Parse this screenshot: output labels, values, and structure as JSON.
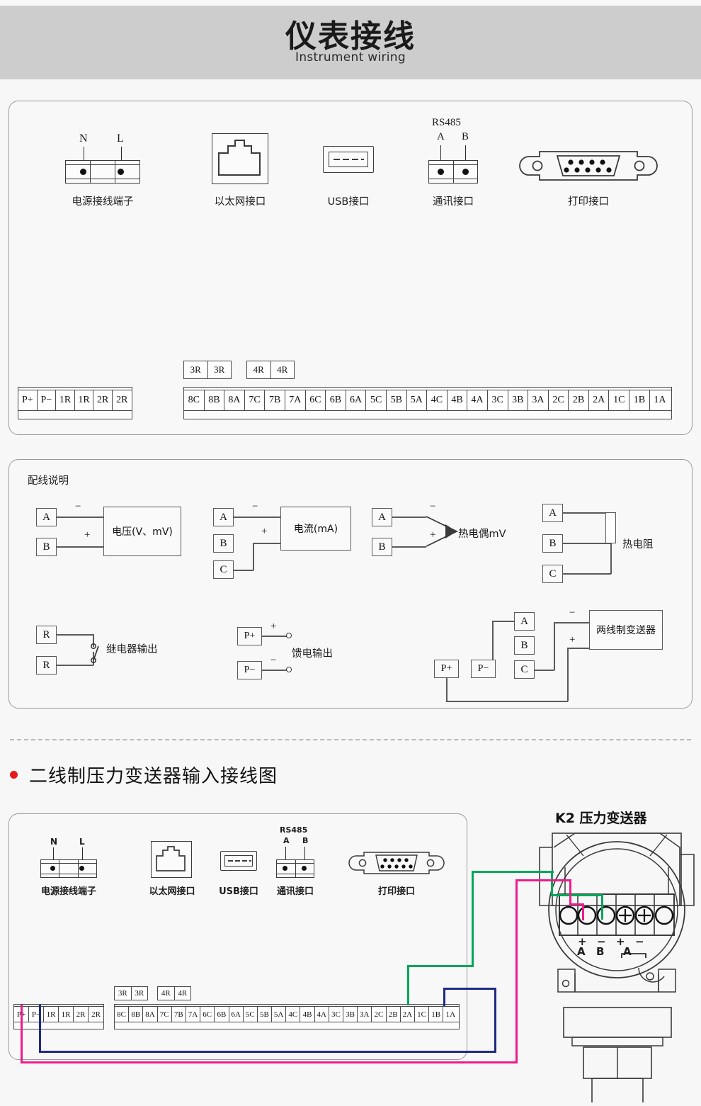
{
  "header": {
    "title_cn": "仪表接线",
    "title_en": "Instrument wiring"
  },
  "colors": {
    "header_bg": "#cdcdcd",
    "page_bg": "#f7f7f7",
    "bullet_red": "#e8191b",
    "wire_pink": "#ec1c8b",
    "wire_green": "#00a65a",
    "wire_blue": "#1f2a86",
    "line": "#3b3b3b"
  },
  "ports": {
    "power": {
      "label": "电源接线端子",
      "pins": [
        "N",
        "L"
      ]
    },
    "ethernet": {
      "label": "以太网接口"
    },
    "usb": {
      "label": "USB接口"
    },
    "comm": {
      "label": "通讯接口",
      "bus": "RS485",
      "pins": [
        "A",
        "B"
      ]
    },
    "printer": {
      "label": "打印接口"
    }
  },
  "terminals": {
    "left_strip": [
      "P+",
      "P−",
      "1R",
      "1R",
      "2R",
      "2R"
    ],
    "relay_3r": [
      "3R",
      "3R"
    ],
    "relay_4r": [
      "4R",
      "4R"
    ],
    "main_strip": [
      "8C",
      "8B",
      "8A",
      "7C",
      "7B",
      "7A",
      "6C",
      "6B",
      "6A",
      "5C",
      "5B",
      "5A",
      "4C",
      "4B",
      "4A",
      "3C",
      "3B",
      "3A",
      "2C",
      "2B",
      "2A",
      "1C",
      "1B",
      "1A"
    ]
  },
  "wiring_panel": {
    "title": "配线说明",
    "diagrams": [
      {
        "name": "voltage",
        "device_label": "电压(V、mV)",
        "terminals": [
          "A",
          "B"
        ],
        "signs": [
          "−",
          "+"
        ]
      },
      {
        "name": "current",
        "device_label": "电流(mA)",
        "terminals": [
          "A",
          "B",
          "C"
        ],
        "signs": [
          "−",
          "+"
        ]
      },
      {
        "name": "thermocouple",
        "device_label": "热电偶mV",
        "terminals": [
          "A",
          "B"
        ],
        "signs": [
          "−",
          "+"
        ]
      },
      {
        "name": "rtd",
        "device_label": "热电阻",
        "terminals": [
          "A",
          "B",
          "C"
        ],
        "signs": []
      },
      {
        "name": "relay-output",
        "device_label": "继电器输出",
        "terminals": [
          "R",
          "R"
        ],
        "signs": []
      },
      {
        "name": "feed-output",
        "device_label": "馈电输出",
        "terminals": [
          "P+",
          "P−"
        ],
        "signs": [
          "+",
          "−"
        ]
      },
      {
        "name": "two-wire-transmitter",
        "device_label": "两线制变送器",
        "terminals": [
          "P+",
          "P−",
          "A",
          "B",
          "C"
        ],
        "signs": [
          "−",
          "+"
        ]
      }
    ]
  },
  "section": {
    "bullet_color": "#e8191b",
    "title": "二线制压力变送器输入接线图"
  },
  "transmitter": {
    "title": "K2 压力变送器",
    "terminal_signs": [
      "+",
      "−",
      "+",
      "−"
    ],
    "terminal_letters": [
      "A",
      "B",
      "A"
    ],
    "connections": [
      {
        "from": "P+",
        "to": "+A",
        "color": "#ec1c8b"
      },
      {
        "from": "1C",
        "to": "−B",
        "color": "#00a65a"
      },
      {
        "from": "P−",
        "to": "1A",
        "color": "#1f2a86"
      }
    ]
  }
}
